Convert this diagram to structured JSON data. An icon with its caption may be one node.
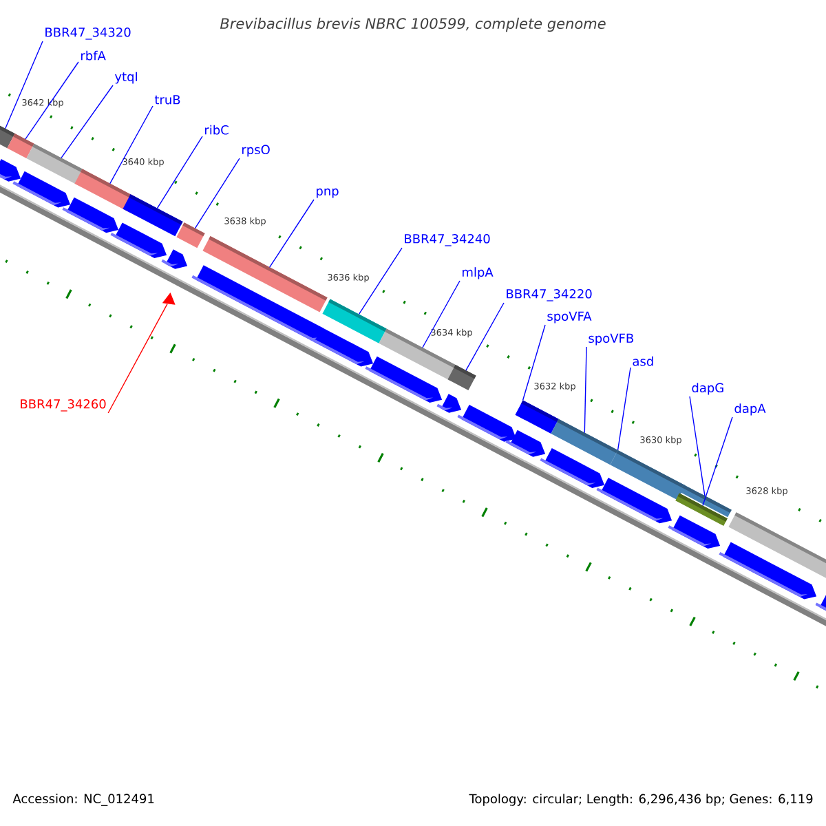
{
  "diagram": {
    "title": "Brevibacillus brevis NBRC 100599, complete genome",
    "nodes": [
      {
        "text": [
          "BBR47_34320"
        ]
      },
      {
        "text": [
          "rbfA"
        ]
      },
      {
        "text": [
          "ytqI"
        ]
      },
      {
        "text": [
          "truB"
        ]
      },
      {
        "text": [
          "ribC"
        ]
      },
      {
        "text": [
          "rpsO"
        ]
      },
      {
        "text": [
          "pnp"
        ]
      },
      {
        "text": [
          "BBR47_34240"
        ]
      },
      {
        "text": [
          "mlpA"
        ]
      },
      {
        "text": [
          "BBR47_34220"
        ]
      },
      {
        "text": [
          "spoVFA"
        ]
      },
      {
        "text": [
          "spoVFB"
        ]
      },
      {
        "text": [
          "asd"
        ]
      },
      {
        "text": [
          "dapG"
        ]
      },
      {
        "text": [
          "dapA"
        ]
      },
      {
        "text": [
          "BBR47_34260"
        ]
      },
      {
        "text": [],
        "shape": "bar"
      },
      {
        "text": [],
        "shape": "bar"
      },
      {
        "text": [],
        "shape": "bar"
      },
      {
        "text": [],
        "shape": "bar"
      },
      {
        "text": [],
        "shape": "bar"
      },
      {
        "text": [],
        "shape": "bar"
      },
      {
        "text": [],
        "shape": "bar"
      },
      {
        "text": [],
        "shape": "bar"
      },
      {
        "text": [],
        "shape": "bar"
      },
      {
        "text": [],
        "shape": "bar"
      },
      {
        "text": [],
        "shape": "bar"
      },
      {
        "text": [],
        "shape": "bar"
      },
      {
        "text": [],
        "shape": "bar"
      },
      {
        "text": [],
        "shape": "bar"
      },
      {
        "text": [],
        "shape": "bar"
      },
      {
        "text": [],
        "shape": "bar"
      },
      {
        "text": [],
        "shape": "triangle"
      },
      {
        "text": [],
        "shape": "pentagon"
      },
      {
        "text": [],
        "shape": "pentagon"
      },
      {
        "text": [],
        "shape": "pentagon"
      },
      {
        "text": [],
        "shape": "pentagon"
      },
      {
        "text": [],
        "shape": "pentagon"
      },
      {
        "text": [],
        "shape": "pentagon"
      },
      {
        "text": [],
        "shape": "pentagon"
      },
      {
        "text": [],
        "shape": "pentagon"
      },
      {
        "text": [],
        "shape": "pentagon"
      },
      {
        "text": [],
        "shape": "pentagon"
      },
      {
        "text": [],
        "shape": "pentagon"
      },
      {
        "text": [],
        "shape": "pentagon"
      },
      {
        "text": [],
        "shape": "pentagon"
      },
      {
        "text": [],
        "shape": "pentagon"
      },
      {
        "text": [],
        "shape": "pentagon"
      },
      {
        "text": [],
        "shape": "pentagon"
      }
    ],
    "edges": [
      {
        "from": 0,
        "to": 16,
        "arrow": "none"
      },
      {
        "from": 1,
        "to": 17,
        "arrow": "none"
      },
      {
        "from": 2,
        "to": 18,
        "arrow": "none"
      },
      {
        "from": 3,
        "to": 19,
        "arrow": "none"
      },
      {
        "from": 4,
        "to": 20,
        "arrow": "none"
      },
      {
        "from": 5,
        "to": 21,
        "arrow": "none"
      },
      {
        "from": 6,
        "to": 22,
        "arrow": "none"
      },
      {
        "from": 7,
        "to": 23,
        "arrow": "none"
      },
      {
        "from": 8,
        "to": 24,
        "arrow": "none"
      },
      {
        "from": 9,
        "to": 25,
        "arrow": "none"
      },
      {
        "from": 10,
        "to": 26,
        "arrow": "none"
      },
      {
        "from": 11,
        "to": 27,
        "arrow": "none"
      },
      {
        "from": 12,
        "to": 28,
        "arrow": "none"
      },
      {
        "from": 13,
        "to": 29,
        "arrow": "none"
      },
      {
        "from": 14,
        "to": 30,
        "arrow": "none"
      },
      {
        "from": 15,
        "to": 32,
        "arrow": "none",
        "color": "#ff0000"
      }
    ],
    "labels": [
      "3642 kbp",
      "3640 kbp",
      "3638 kbp",
      "3636 kbp",
      "3634 kbp",
      "3632 kbp",
      "3630 kbp",
      "3628 kbp",
      "Accession: NC_012491",
      "Topology: circular; Length: 6,296,436 bp; Genes: 6,119"
    ]
  }
}
